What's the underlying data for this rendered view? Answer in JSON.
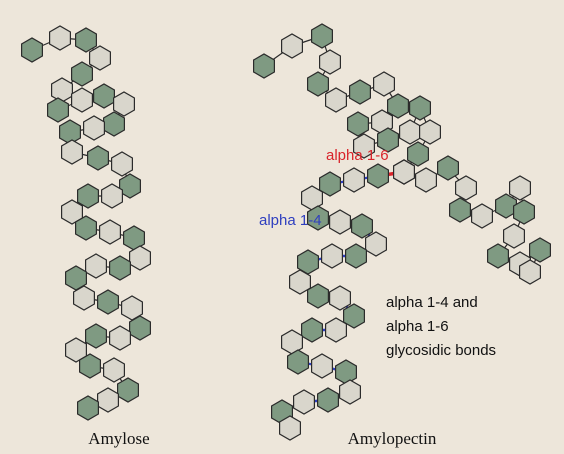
{
  "labels": {
    "amylose": "Amylose",
    "amylopectin": "Amylopectin",
    "alpha16": "alpha 1-6",
    "alpha14": "alpha 1-4",
    "note_line1": "alpha 1-4 and",
    "note_line2": "alpha 1-6",
    "note_line3": "glycosidic  bonds"
  },
  "colors": {
    "background": "#ede6da",
    "ring_green": "#7f9a82",
    "ring_light": "#d9d6cc",
    "ring_outline": "#2b2b2b",
    "alpha16_highlight": "#d9232a",
    "alpha14_highlight": "#2f3fbf",
    "note_text": "#111111"
  },
  "icons": {
    "glucose_ring": "hexagon-icon"
  }
}
